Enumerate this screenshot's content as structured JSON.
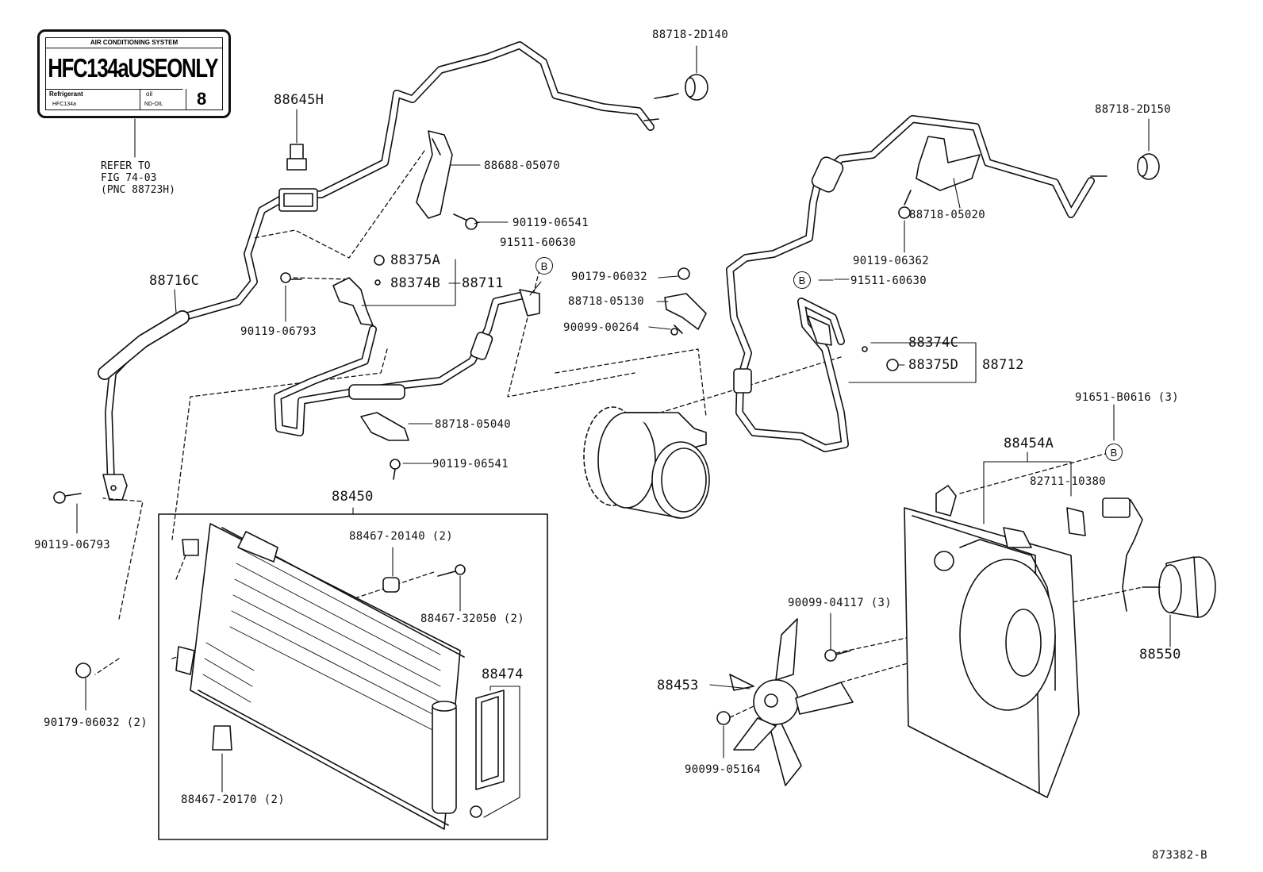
{
  "placard": {
    "header": "AIR CONDITIONING SYSTEM",
    "main": "HFC134aUSEONLY",
    "refrigerant_label": "Refrigerant",
    "refrigerant_value": "HFC134a",
    "oil_label": "oil",
    "oil_value": "ND-OIL",
    "oil_number": "8"
  },
  "refer_note": {
    "line1": "REFER TO",
    "line2": "FIG 74-03",
    "line3": "(PNC 88723H)"
  },
  "part_labels": {
    "p88718_2D140": "88718-2D140",
    "p88645H": "88645H",
    "p88688_05070": "88688-05070",
    "p90119_06541_a": "90119-06541",
    "p91511_60630_a": "91511-60630",
    "p88716C": "88716C",
    "p88375A": "88375A",
    "p88374B": "88374B",
    "p88711": "88711",
    "p90119_06793_a": "90119-06793",
    "p90179_06032": "90179-06032",
    "p88718_05130": "88718-05130",
    "p90099_00264": "90099-00264",
    "p88718_2D150": "88718-2D150",
    "p88718_05020": "88718-05020",
    "p90119_06362": "90119-06362",
    "p91511_60630_b": "91511-60630",
    "p88374C": "88374C",
    "p88375D": "88375D",
    "p88712": "88712",
    "p88718_05040": "88718-05040",
    "p90119_06541_b": "90119-06541",
    "p91651_B0616": "91651-B0616 (3)",
    "p88454A": "88454A",
    "p82711_10380": "82711-10380",
    "p88450": "88450",
    "p88467_20140": "88467-20140 (2)",
    "p88467_32050": "88467-32050 (2)",
    "p90119_06793_b": "90119-06793",
    "p90099_04117": "90099-04117 (3)",
    "p88550": "88550",
    "p88474": "88474",
    "p88453": "88453",
    "p90179_06032_2": "90179-06032 (2)",
    "p90099_05164": "90099-05164",
    "p88467_20170": "88467-20170 (2)",
    "figure_number": "873382-B"
  },
  "callout_letter": "B"
}
